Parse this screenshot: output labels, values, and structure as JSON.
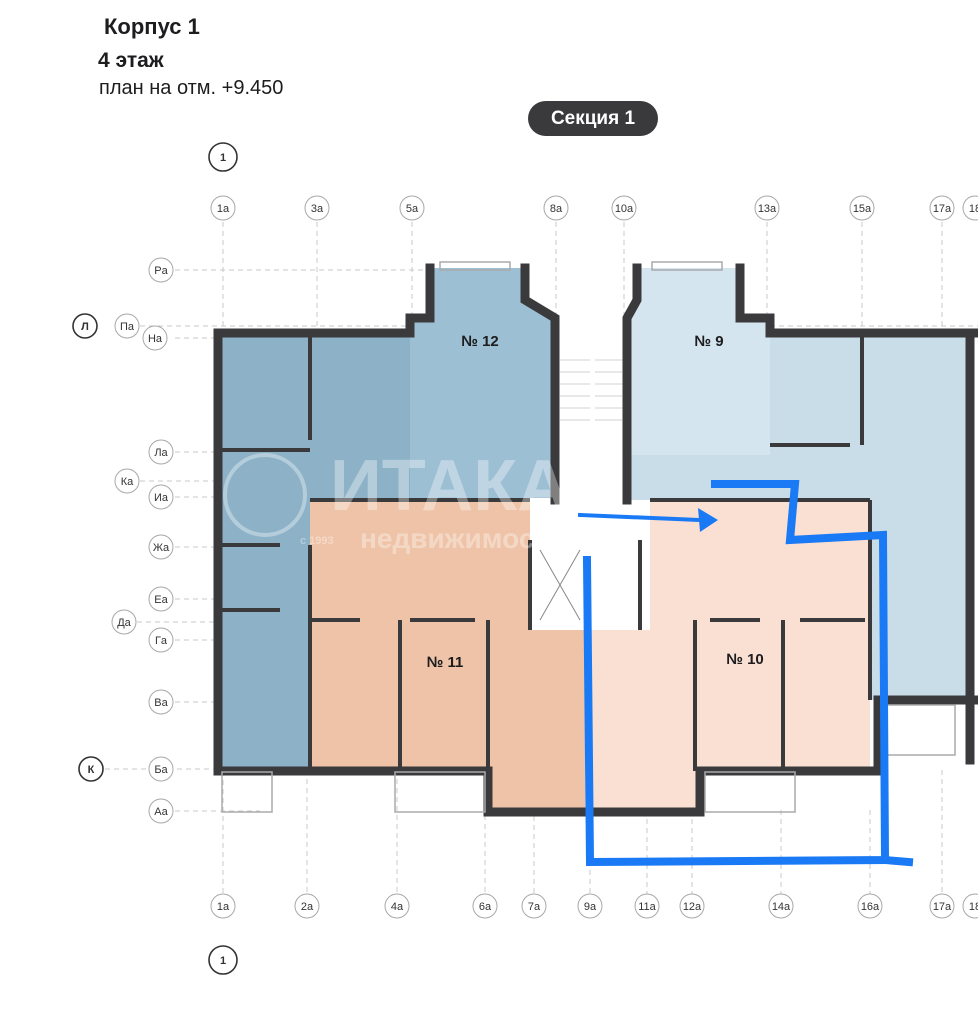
{
  "header": {
    "building": "Корпус 1",
    "floor": "4 этаж",
    "plan_level": "план на отм. +9.450",
    "section_label": "Секция 1"
  },
  "axes": {
    "top": [
      "1a",
      "3a",
      "5a",
      "8a",
      "10a",
      "13a",
      "15a",
      "17a",
      "18"
    ],
    "bottom": [
      "1a",
      "2a",
      "4a",
      "6a",
      "7a",
      "9a",
      "11a",
      "12a",
      "14a",
      "16a",
      "17a",
      "18"
    ],
    "left": [
      "Pa",
      "Пa",
      "Нa",
      "Лa",
      "Кa",
      "Иa",
      "Жa",
      "Еa",
      "Дa",
      "Гa",
      "Вa",
      "Бa",
      "Аa"
    ],
    "major_left": [
      "Л",
      "К"
    ],
    "major_top": "1",
    "major_bottom": "1"
  },
  "apartments": [
    {
      "label": "№ 12",
      "color": "#9dbfd4"
    },
    {
      "label": "№ 9",
      "color": "#d5e5f0"
    },
    {
      "label": "№ 11",
      "color": "#efc3a8"
    },
    {
      "label": "№ 10",
      "color": "#f9e0d2"
    }
  ],
  "colors": {
    "wall": "#3a3a3c",
    "left_unit": "#8db2c8",
    "right_unit": "#c9dde9",
    "stair": "#ffffff",
    "annotation": "#1a7af5"
  },
  "watermark": {
    "brand": "ИТАКА",
    "subtitle": "недвижимость",
    "since": "с 1993"
  }
}
